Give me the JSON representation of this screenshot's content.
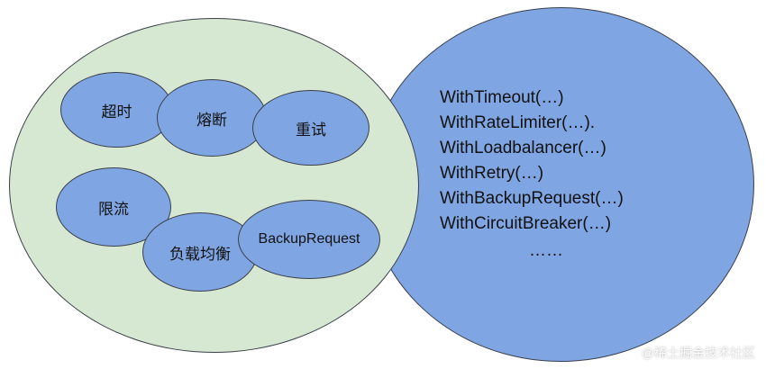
{
  "bubbles": {
    "timeout": "超时",
    "circuit_breaker": "熔断",
    "retry": "重试",
    "rate_limit": "限流",
    "load_balance": "负载均衡",
    "backup_request": "BackupRequest"
  },
  "options": [
    "WithTimeout(…)",
    "WithRateLimiter(…).",
    "WithLoadbalancer(…)",
    "WithRetry(…)",
    "WithBackupRequest(…)",
    "WithCircuitBreaker(…)"
  ],
  "ellipsis": "……",
  "watermark": "@稀土掘金技术社区",
  "colors": {
    "left_circle": "#d7e8d2",
    "right_circle": "#7fa6e2",
    "bubble": "#7fa6e2",
    "outline": "#3a3f4a"
  }
}
